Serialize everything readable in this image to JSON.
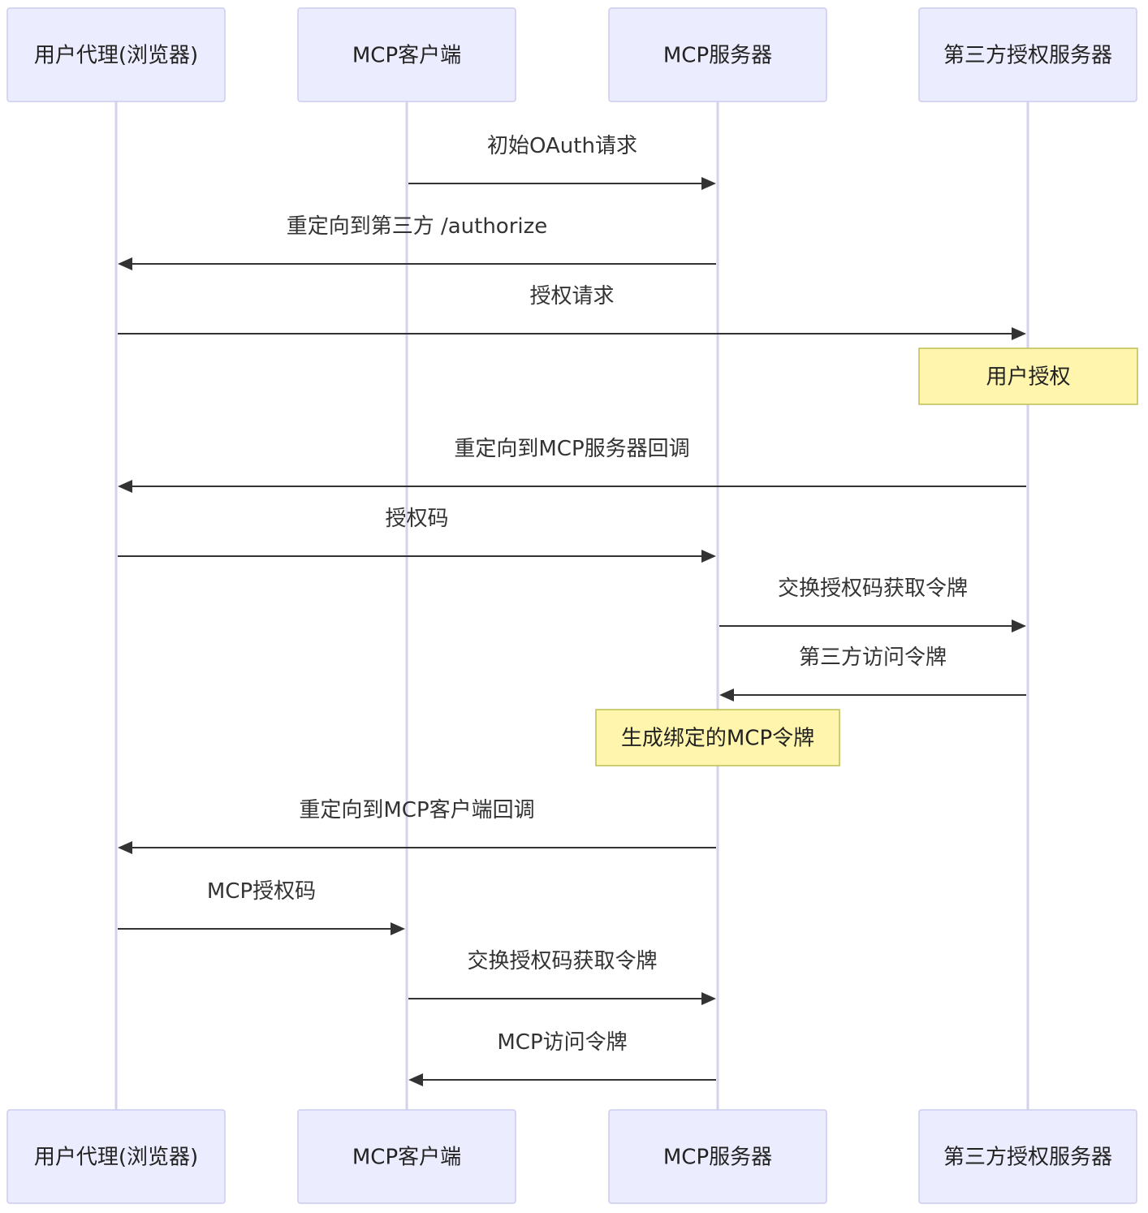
{
  "participants": [
    {
      "id": "ua",
      "label": "用户代理(浏览器)"
    },
    {
      "id": "client",
      "label": "MCP客户端"
    },
    {
      "id": "server",
      "label": "MCP服务器"
    },
    {
      "id": "auth",
      "label": "第三方授权服务器"
    }
  ],
  "events": [
    {
      "kind": "message",
      "from": "client",
      "to": "server",
      "label": "初始OAuth请求"
    },
    {
      "kind": "message",
      "from": "server",
      "to": "ua",
      "label": "重定向到第三方 /authorize"
    },
    {
      "kind": "message",
      "from": "ua",
      "to": "auth",
      "label": "授权请求"
    },
    {
      "kind": "note",
      "over": "auth",
      "label": "用户授权"
    },
    {
      "kind": "message",
      "from": "auth",
      "to": "ua",
      "label": "重定向到MCP服务器回调"
    },
    {
      "kind": "message",
      "from": "ua",
      "to": "server",
      "label": "授权码"
    },
    {
      "kind": "message",
      "from": "server",
      "to": "auth",
      "label": "交换授权码获取令牌"
    },
    {
      "kind": "message",
      "from": "auth",
      "to": "server",
      "label": "第三方访问令牌"
    },
    {
      "kind": "note",
      "over": "server",
      "label": "生成绑定的MCP令牌"
    },
    {
      "kind": "message",
      "from": "server",
      "to": "ua",
      "label": "重定向到MCP客户端回调"
    },
    {
      "kind": "message",
      "from": "ua",
      "to": "client",
      "label": "MCP授权码"
    },
    {
      "kind": "message",
      "from": "client",
      "to": "server",
      "label": "交换授权码获取令牌"
    },
    {
      "kind": "message",
      "from": "server",
      "to": "client",
      "label": "MCP访问令牌"
    }
  ],
  "colors": {
    "actor_fill": "#ECECFF",
    "actor_stroke": "#CCCCEE",
    "lifeline": "#D5D2EC",
    "note_fill": "#FFF5AD",
    "note_stroke": "#BDBD55",
    "arrow": "#333333"
  }
}
